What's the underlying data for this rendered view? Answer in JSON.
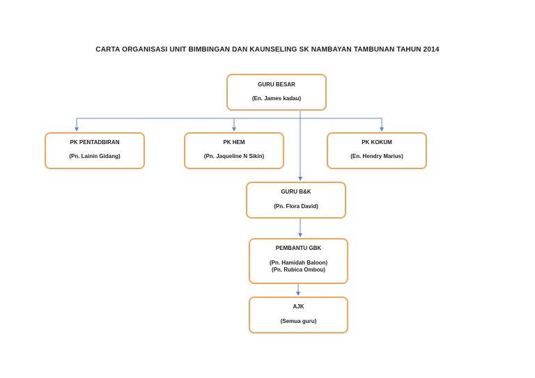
{
  "title": "CARTA ORGANISASI UNIT BIMBINGAN DAN KAUNSELING SK NAMBAYAN TAMBUNAN TAHUN 2014",
  "colors": {
    "box_border": "#f0a35a",
    "connector": "#5b86c4"
  },
  "nodes": {
    "guru_besar": {
      "role": "GURU BESAR",
      "names": [
        "(En. James kadau)"
      ]
    },
    "pk_pentadbiran": {
      "role": "PK PENTADBIRAN",
      "names": [
        "(Pn. Lainin Gidang)"
      ]
    },
    "pk_hem": {
      "role": "PK HEM",
      "names": [
        "(Pn. Jaqueline N Sikin)"
      ]
    },
    "pk_kokum": {
      "role": "PK KOKUM",
      "names": [
        "(En. Hendry Marius)"
      ]
    },
    "guru_bk": {
      "role": "GURU B&K",
      "names": [
        "(Pn. Flora David)"
      ]
    },
    "pembantu_gbk": {
      "role": "PEMBANTU GBK",
      "names": [
        "(Pn. Hamidah Baloon)",
        "(Pn. Rubica Ombou)"
      ]
    },
    "ajk": {
      "role": "AJK",
      "names": [
        "(Semua guru)"
      ]
    }
  }
}
